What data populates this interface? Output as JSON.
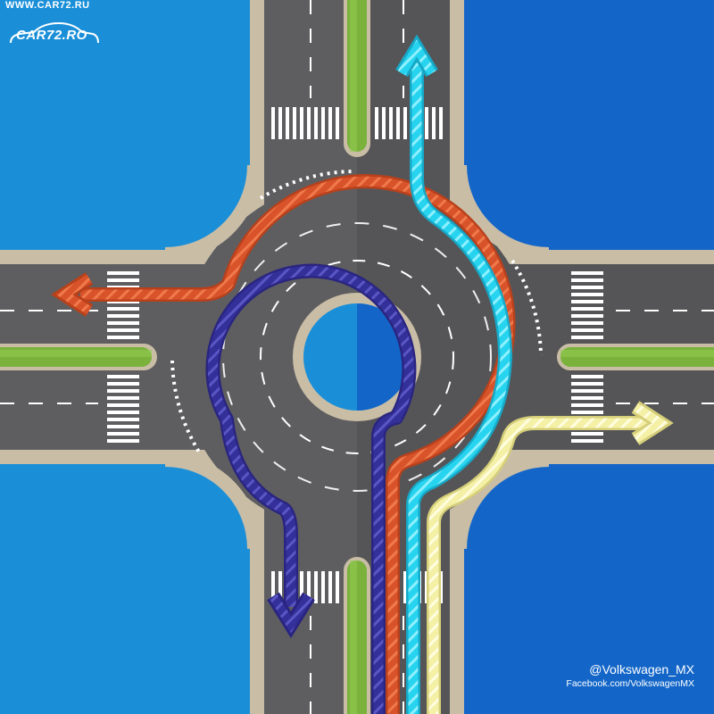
{
  "watermark": {
    "site_url": "WWW.CAR72.RU",
    "logo_text": "CAR72.RO"
  },
  "credits": {
    "handle": "@Volkswagen_MX",
    "facebook": "Facebook.com/VolkswagenMX"
  },
  "colors": {
    "background_left": "#1a8fd8",
    "background_right": "#1366c8",
    "road": "#5e5e60",
    "curb": "#c9bda6",
    "median": "#7ab23c",
    "route_left_turn": "#d9532a",
    "route_u_turn": "#3a35a0",
    "route_straight": "#27d4ef",
    "route_right_turn": "#f4f0a6"
  },
  "routes": [
    {
      "id": "left-turn",
      "icon": "arrow-left-icon"
    },
    {
      "id": "u-turn",
      "icon": "arrow-down-icon"
    },
    {
      "id": "straight",
      "icon": "arrow-up-icon"
    },
    {
      "id": "right-turn",
      "icon": "arrow-right-icon"
    }
  ]
}
